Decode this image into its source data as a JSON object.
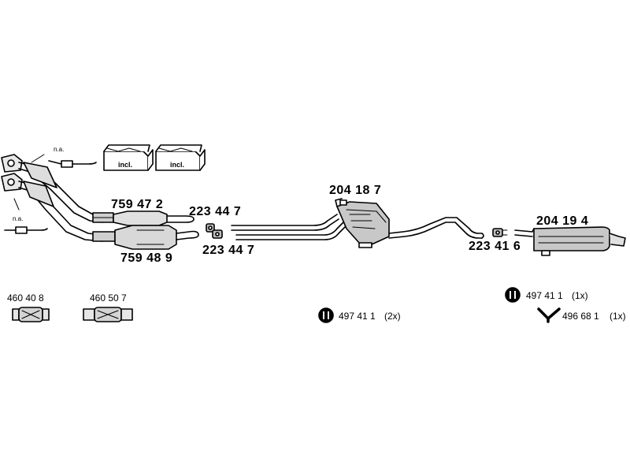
{
  "parts": {
    "manifold_note_top": "n.a.",
    "manifold_note_bottom": "n.a.",
    "kit_label_1": "incl.",
    "kit_label_2": "incl.",
    "cat_upper": "759 47 2",
    "cat_lower": "759 48 9",
    "clamp_upper": "223 44 7",
    "clamp_lower": "223 44 7",
    "middle_silencer": "204 18 7",
    "clamp_rear": "223 41 6",
    "rear_silencer": "204 19 4",
    "flex_pipe_1": "460 40 8",
    "flex_pipe_2": "460 50 7",
    "mount_center_num": "497 41 1",
    "mount_center_qty": "(2x)",
    "mount_right_num": "497 41 1",
    "mount_right_qty": "(1x)",
    "hanger_num": "496 68 1",
    "hanger_qty": "(1x)"
  },
  "icons": [
    "mounting-rubber-icon",
    "hanger-bracket-icon",
    "lambda-sensor-icon",
    "gasket-kit-icon"
  ]
}
